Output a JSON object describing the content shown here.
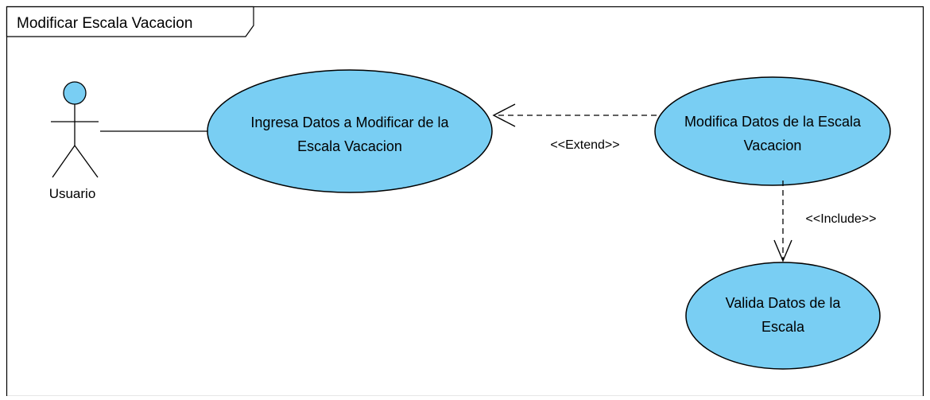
{
  "frame": {
    "title": "Modificar Escala Vacacion"
  },
  "actor": {
    "name": "Usuario",
    "icon": "stick-figure-icon",
    "head_color": "#79CEF3"
  },
  "use_cases": [
    {
      "id": "uc-ingresa",
      "lines": [
        "Ingresa Datos a Modificar de la",
        "Escala Vacacion"
      ]
    },
    {
      "id": "uc-modifica",
      "lines": [
        "Modifica Datos de la Escala",
        "Vacacion"
      ]
    },
    {
      "id": "uc-valida",
      "lines": [
        "Valida Datos de la",
        "Escala"
      ]
    }
  ],
  "relationships": {
    "extend_label": "<<Extend>>",
    "include_label": "<<Include>>"
  },
  "colors": {
    "use_case_fill": "#79CEF3",
    "stroke": "#000000",
    "frame_border": "#000000"
  }
}
